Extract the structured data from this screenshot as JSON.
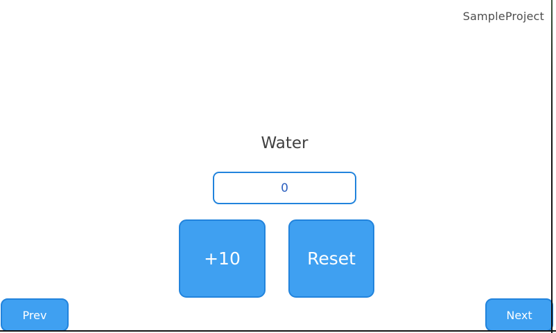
{
  "header": {
    "project_label": "SampleProject"
  },
  "main": {
    "title": "Water",
    "counter_field": {
      "value": "0"
    },
    "buttons": [
      {
        "label": "+10"
      },
      {
        "label": "Reset"
      }
    ]
  },
  "footer": {
    "prev_label": "Prev",
    "next_label": "Next"
  },
  "colors": {
    "button_fill": "#3FA0F1",
    "button_border": "#2183DC",
    "button_text_color": "#FFFFFF",
    "field_border": "#2183DC",
    "field_text": "#2B5FBF",
    "title_color": "#404040",
    "project_label_color": "#4D4D4D",
    "frame_color": "#111111"
  }
}
